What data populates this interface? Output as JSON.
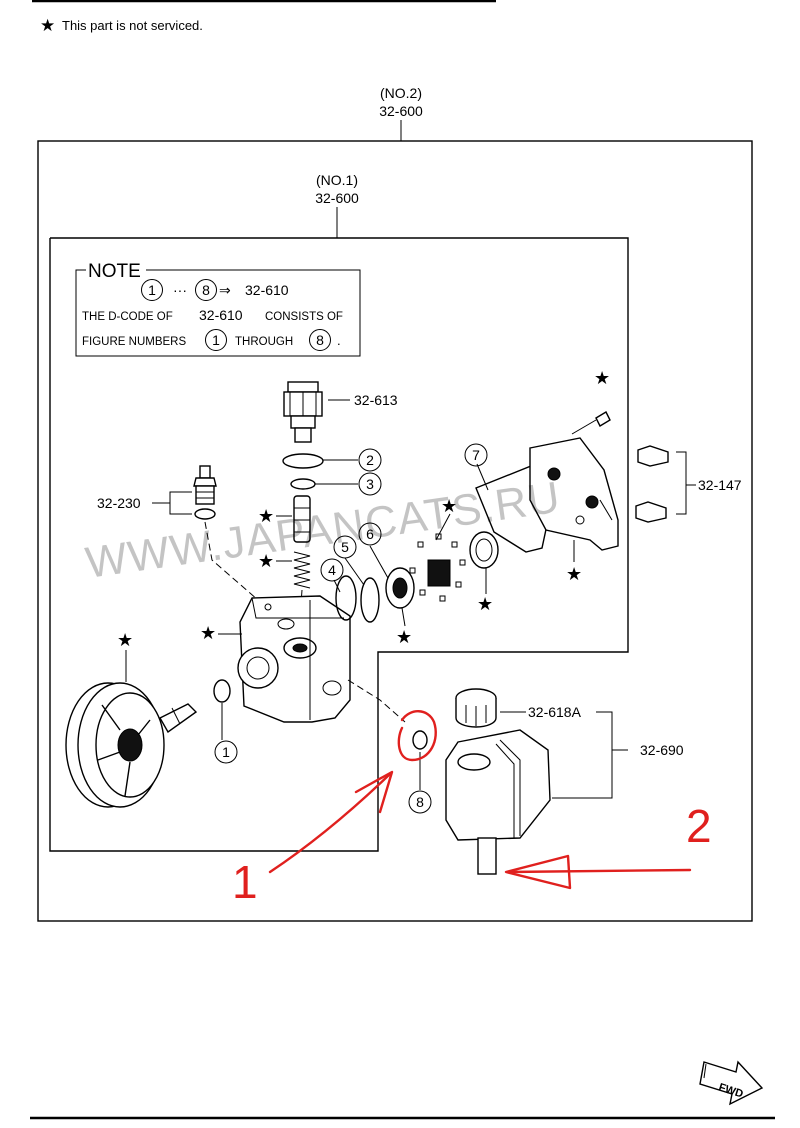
{
  "header": {
    "star_symbol": "★",
    "note_text": "This part is not serviced."
  },
  "assembly": {
    "outer": {
      "sub": "(NO.2)",
      "code": "32-600"
    },
    "inner": {
      "sub": "(NO.1)",
      "code": "32-600"
    }
  },
  "note_box": {
    "title": "NOTE",
    "range_start": "1",
    "range_dots": "···",
    "range_end": "8",
    "arrow": "⇒",
    "range_code": "32-610",
    "line2_a": "THE D-CODE OF",
    "line2_code": "32-610",
    "line2_b": "CONSISTS OF",
    "line3_a": "FIGURE NUMBERS",
    "line3_n1": "1",
    "line3_mid": "THROUGH",
    "line3_n8": "8",
    "line3_end": "."
  },
  "part_labels": {
    "p613": "32-613",
    "p230": "32-230",
    "p147": "32-147",
    "p618a": "32-618A",
    "p690": "32-690"
  },
  "figure_numbers": [
    "1",
    "2",
    "3",
    "4",
    "5",
    "6",
    "7",
    "8"
  ],
  "watermark": "WWW.JAPANCATS.RU",
  "annotations": {
    "one": "1",
    "two": "2"
  },
  "fwd_label": "FWD",
  "icons": [
    "star-icon",
    "fwd-arrow-icon"
  ]
}
